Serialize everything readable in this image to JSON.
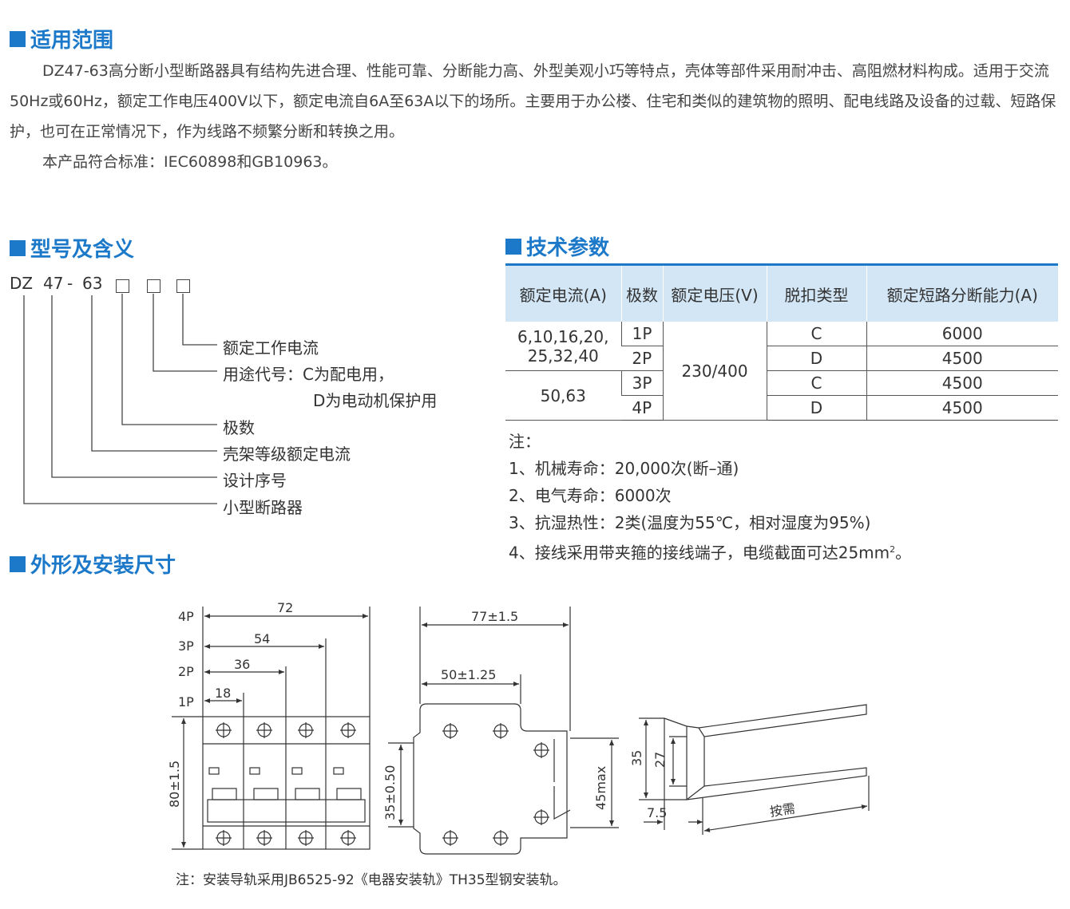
{
  "sections": {
    "scope_title": "适用范围",
    "model_title": "型号及含义",
    "tech_title": "技术参数",
    "dimension_title": "外形及安装尺寸"
  },
  "scope": {
    "para1": "DZ47-63高分断小型断路器具有结构先进合理、性能可靠、分断能力高、外型美观小巧等特点，壳体等部件采用耐冲击、高阻燃材料构成。适用于交流50Hz或60Hz，额定工作电压400V以下，额定电流自6A至63A以下的场所。主要用于办公楼、住宅和类似的建筑物的照明、配电线路及设备的过载、短路保护，也可在正常情况下，作为线路不频繁分断和转换之用。",
    "para2": "本产品符合标准：IEC60898和GB10963。"
  },
  "model": {
    "prefix": "DZ",
    "series": "47",
    "dash": "-",
    "number": "63",
    "labels": {
      "rated_current": "额定工作电流",
      "usage_code_1": "用途代号：C为配电用，",
      "usage_code_2": "D为电动机保护用",
      "poles": "极数",
      "frame_current": "壳架等级额定电流",
      "design_no": "设计序号",
      "mcb": "小型断路器"
    }
  },
  "table": {
    "headers": [
      "额定电流(A)",
      "极数",
      "额定电压(V)",
      "脱扣类型",
      "额定短路分断能力(A)"
    ],
    "current_group1_line1": "6,10,16,20,",
    "current_group1_line2": "25,32,40",
    "current_group2": "50,63",
    "voltage": "230/400",
    "rows": [
      {
        "poles": "1P",
        "trip": "C",
        "capacity": "6000"
      },
      {
        "poles": "2P",
        "trip": "D",
        "capacity": "4500"
      },
      {
        "poles": "3P",
        "trip": "C",
        "capacity": "4500"
      },
      {
        "poles": "4P",
        "trip": "D",
        "capacity": "4500"
      }
    ]
  },
  "notes": {
    "title": "注：",
    "n1": "1、机械寿命：20,000次(断–通)",
    "n2": "2、电气寿命：6000次",
    "n3": "3、抗湿热性：2类(温度为55℃，相对湿度为95%)",
    "n4_prefix": "4、接线采用带夹箍的接线端子，电缆截面可达25mm",
    "n4_sup": "2",
    "n4_suffix": "。"
  },
  "drawing": {
    "front": {
      "w4": "72",
      "w3": "54",
      "w2": "36",
      "w1": "18",
      "p4": "4P",
      "p3": "3P",
      "p2": "2P",
      "p1": "1P",
      "height": "80±1.5"
    },
    "side": {
      "depth": "77±1.5",
      "depth2": "50±1.25",
      "rail": "35±0.50",
      "max": "45max"
    },
    "rail": {
      "h1": "35",
      "h2": "27",
      "w": "7.5",
      "length": "按需"
    }
  },
  "footnote": "注：安装导轨采用JB6525-92《电器安装轨》TH35型钢安装轨。"
}
